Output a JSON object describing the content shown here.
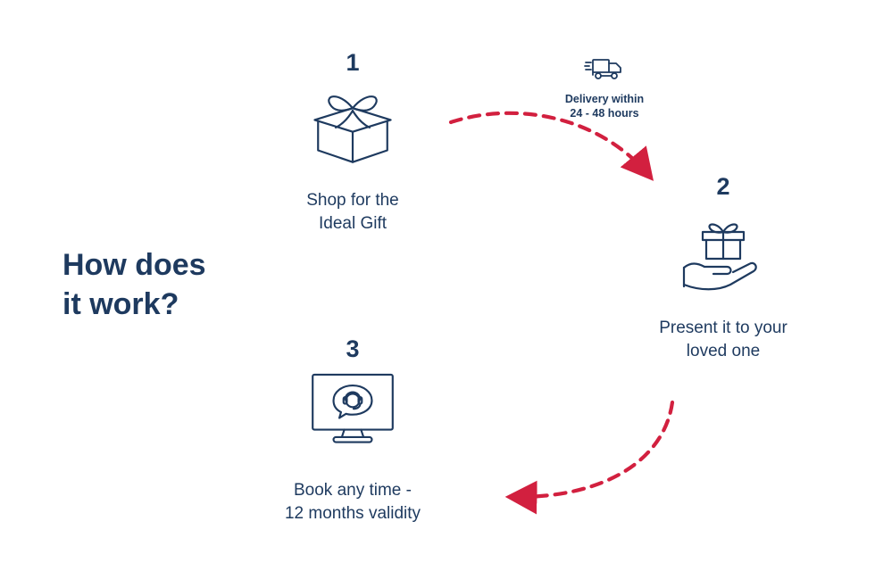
{
  "title": "How does\nit work?",
  "colors": {
    "navy": "#1e3a5f",
    "red": "#d2203f",
    "background": "#ffffff"
  },
  "steps": [
    {
      "number": "1",
      "icon": "gift-box-icon",
      "label": "Shop for the\nIdeal Gift"
    },
    {
      "number": "2",
      "icon": "hand-gift-icon",
      "label": "Present it to your\nloved one"
    },
    {
      "number": "3",
      "icon": "support-monitor-icon",
      "label": "Book any time -\n12 months validity"
    }
  ],
  "delivery_note": {
    "icon": "delivery-truck-icon",
    "text": "Delivery within\n24 - 48 hours"
  }
}
